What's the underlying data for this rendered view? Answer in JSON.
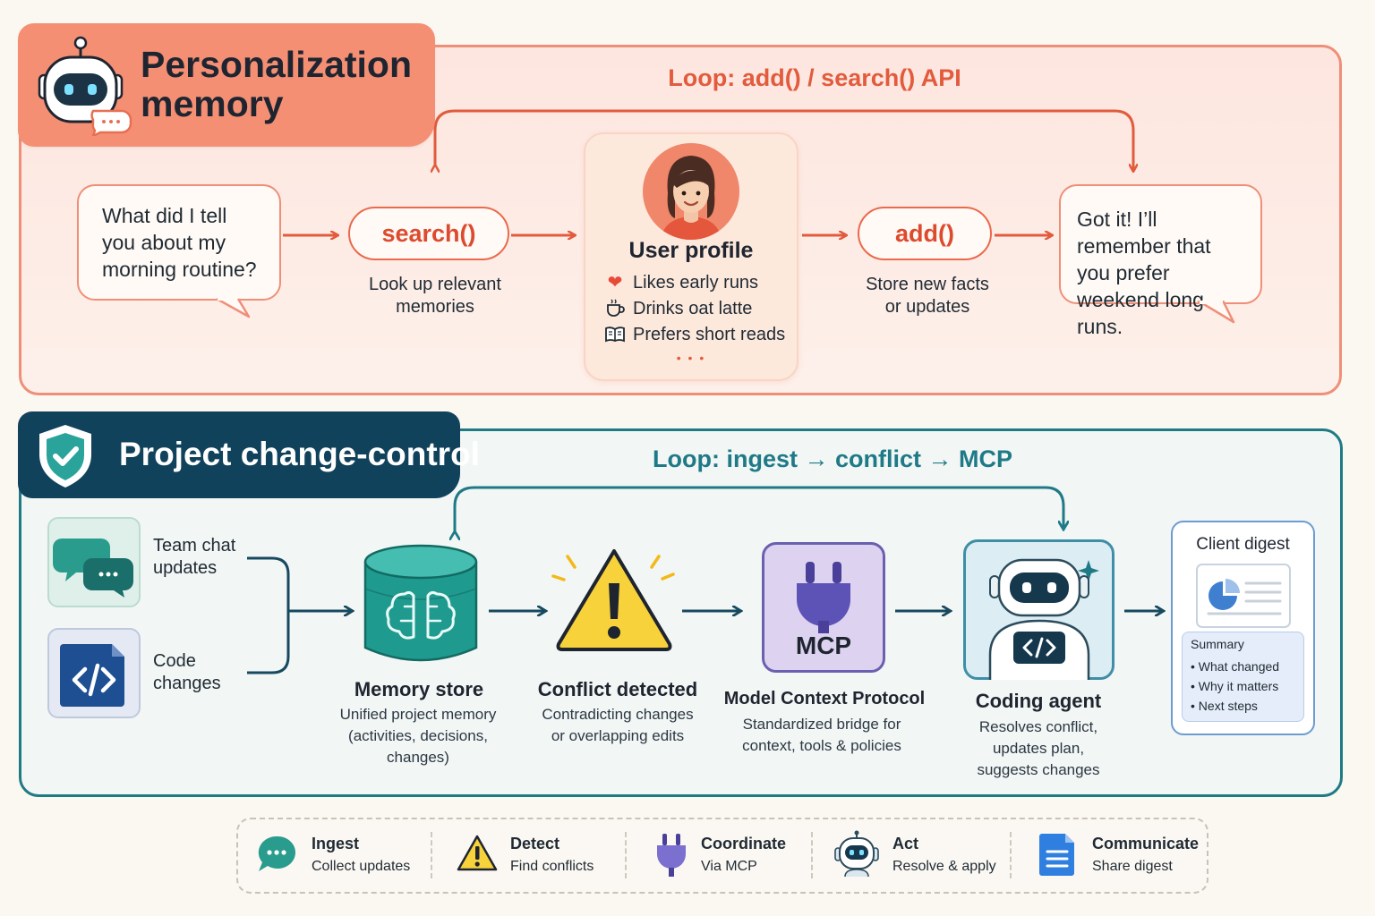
{
  "personalization": {
    "title_line1": "Personalization",
    "title_line2": "memory",
    "loop_label": "Loop: add() / search() API",
    "user_question": "What did I tell you about my morning routine?",
    "search_label": "search()",
    "search_caption_1": "Look up relevant",
    "search_caption_2": "memories",
    "profile_title": "User profile",
    "preferences": [
      {
        "icon": "heart-icon",
        "text": "Likes early runs"
      },
      {
        "icon": "coffee-cup-icon",
        "text": "Drinks oat latte"
      },
      {
        "icon": "book-icon",
        "text": "Prefers short reads"
      }
    ],
    "more": "• • •",
    "add_label": "add()",
    "add_caption_1": "Store new facts",
    "add_caption_2": "or updates",
    "assistant_reply": "Got it! I’ll remember that you prefer weekend long runs."
  },
  "change_control": {
    "title": "Project change-control",
    "loop_label": "Loop: ingest → conflict → MCP",
    "sources": [
      {
        "line1": "Team chat",
        "line2": "updates"
      },
      {
        "line1": "Code",
        "line2": "changes"
      }
    ],
    "memory_store": {
      "title": "Memory store",
      "desc1": "Unified project memory",
      "desc2": "(activities, decisions,",
      "desc3": "changes)"
    },
    "conflict": {
      "title": "Conflict detected",
      "desc1": "Contradicting changes",
      "desc2": "or overlapping edits"
    },
    "mcp": {
      "badge": "MCP",
      "title": "Model Context Protocol",
      "desc1": "Standardized bridge for",
      "desc2": "context, tools & policies"
    },
    "agent": {
      "title": "Coding agent",
      "desc1": "Resolves conflict,",
      "desc2": "updates plan,",
      "desc3": "suggests changes"
    },
    "digest": {
      "title": "Client digest",
      "summary_title": "Summary",
      "items": [
        "What changed",
        "Why it matters",
        "Next steps"
      ]
    }
  },
  "legend": [
    {
      "icon": "chat-bubble-icon",
      "title": "Ingest",
      "sub": "Collect updates"
    },
    {
      "icon": "warning-icon",
      "title": "Detect",
      "sub": "Find conflicts"
    },
    {
      "icon": "plug-icon",
      "title": "Coordinate",
      "sub": "Via MCP"
    },
    {
      "icon": "robot-icon",
      "title": "Act",
      "sub": "Resolve & apply"
    },
    {
      "icon": "document-icon",
      "title": "Communicate",
      "sub": "Share digest"
    }
  ],
  "colors": {
    "coral_accent": "#e25b3d",
    "teal_accent": "#1f7a87",
    "navy_header": "#11425c"
  }
}
